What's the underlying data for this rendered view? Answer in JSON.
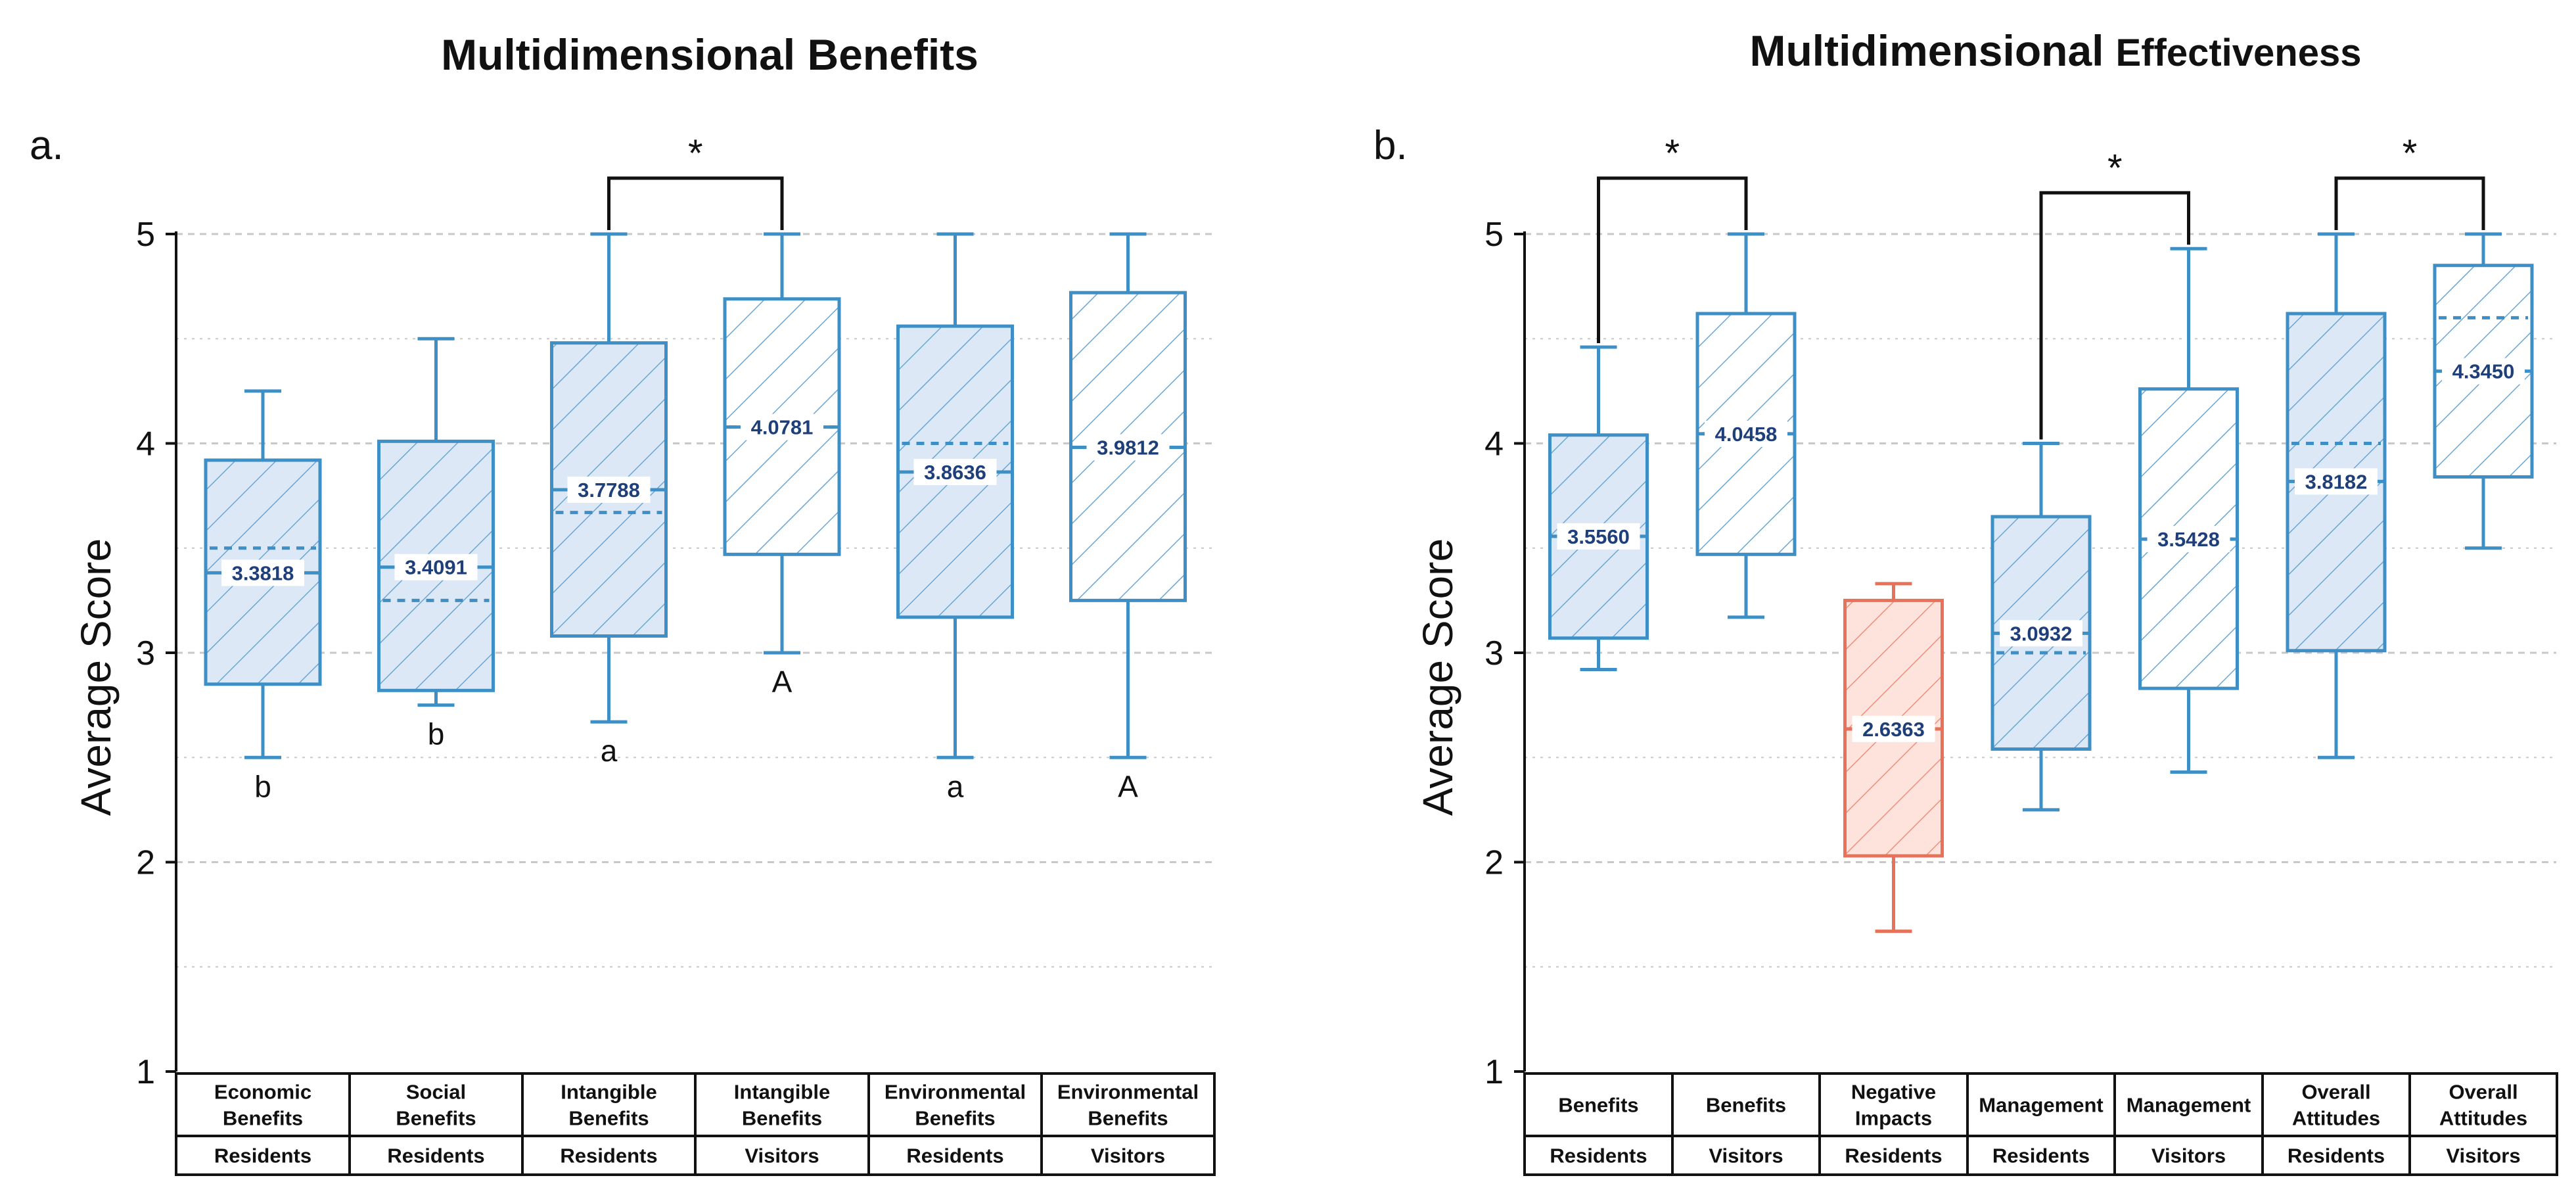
{
  "colors": {
    "box_blue": "#3d8fc6",
    "box_red": "#e8715a",
    "fill_resident": "#dce8f6",
    "fill_visitor": "#ffffff",
    "fill_negative": "#fde3dc",
    "mean_text": "#1f3f7a",
    "bracket": "#111111",
    "grid": "#c8c8c8"
  },
  "chart_data": [
    {
      "type": "box",
      "panel_label": "a.",
      "title": "Multidimensional Benefits",
      "ylabel": "Average Score",
      "ylim": [
        1,
        5
      ],
      "yticks": [
        "1",
        "2",
        "3",
        "4",
        "5"
      ],
      "grid": "dashed horizontal lines",
      "categories": [
        {
          "name": "Economic Benefits",
          "group": "Residents"
        },
        {
          "name": "Social Benefits",
          "group": "Residents"
        },
        {
          "name": "Intangible Benefits",
          "group": "Residents"
        },
        {
          "name": "Intangible Benefits",
          "group": "Visitors"
        },
        {
          "name": "Environmental Benefits",
          "group": "Residents"
        },
        {
          "name": "Environmental Benefits",
          "group": "Visitors"
        }
      ],
      "boxes": [
        {
          "min": 2.5,
          "q1": 2.85,
          "median": 3.3818,
          "q3": 3.92,
          "max": 4.25,
          "mean": 3.5,
          "label": "3.3818",
          "letter": "b",
          "style": "resident"
        },
        {
          "min": 2.75,
          "q1": 2.82,
          "median": 3.4091,
          "q3": 4.01,
          "max": 4.5,
          "mean": 3.25,
          "label": "3.4091",
          "letter": "b",
          "style": "resident"
        },
        {
          "min": 2.67,
          "q1": 3.08,
          "median": 3.7788,
          "q3": 4.48,
          "max": 5.0,
          "mean": 3.67,
          "label": "3.7788",
          "letter": "a",
          "style": "resident"
        },
        {
          "min": 3.0,
          "q1": 3.47,
          "median": 4.0781,
          "q3": 4.69,
          "max": 5.0,
          "mean": 4.0781,
          "label": "4.0781",
          "letter": "A",
          "style": "visitor"
        },
        {
          "min": 2.5,
          "q1": 3.17,
          "median": 3.8636,
          "q3": 4.56,
          "max": 5.0,
          "mean": 4.0,
          "label": "3.8636",
          "letter": "a",
          "style": "resident"
        },
        {
          "min": 2.5,
          "q1": 3.25,
          "median": 3.9812,
          "q3": 4.72,
          "max": 5.0,
          "mean": 3.9812,
          "label": "3.9812",
          "letter": "A",
          "style": "visitor"
        }
      ],
      "significance": [
        {
          "from": 2,
          "to": 3,
          "label": "*"
        }
      ]
    },
    {
      "type": "box",
      "panel_label": "b.",
      "title_main": "Multidimensional",
      "title_rest": "Effectiveness",
      "ylabel": "Average Score",
      "ylim": [
        1,
        5
      ],
      "yticks": [
        "1",
        "2",
        "3",
        "4",
        "5"
      ],
      "grid": "dashed horizontal lines",
      "categories": [
        {
          "name": "Benefits",
          "group": "Residents"
        },
        {
          "name": "Benefits",
          "group": "Visitors"
        },
        {
          "name": "Negative Impacts",
          "group": "Residents"
        },
        {
          "name": "Management",
          "group": "Residents"
        },
        {
          "name": "Management",
          "group": "Visitors"
        },
        {
          "name": "Overall Attitudes",
          "group": "Residents"
        },
        {
          "name": "Overall Attitudes",
          "group": "Visitors"
        }
      ],
      "boxes": [
        {
          "min": 2.92,
          "q1": 3.07,
          "median": 3.556,
          "q3": 4.04,
          "max": 4.46,
          "mean": 3.556,
          "label": "3.5560",
          "style": "resident"
        },
        {
          "min": 3.17,
          "q1": 3.47,
          "median": 4.0458,
          "q3": 4.62,
          "max": 5.0,
          "mean": 4.0458,
          "label": "4.0458",
          "style": "visitor"
        },
        {
          "min": 1.67,
          "q1": 2.03,
          "median": 2.6363,
          "q3": 3.25,
          "max": 3.33,
          "mean": 2.6363,
          "label": "2.6363",
          "style": "negative"
        },
        {
          "min": 2.25,
          "q1": 2.54,
          "median": 3.0932,
          "q3": 3.65,
          "max": 4.0,
          "mean": 3.0,
          "label": "3.0932",
          "style": "resident"
        },
        {
          "min": 2.43,
          "q1": 2.83,
          "median": 3.5428,
          "q3": 4.26,
          "max": 4.93,
          "mean": 3.5428,
          "label": "3.5428",
          "style": "visitor"
        },
        {
          "min": 2.5,
          "q1": 3.01,
          "median": 3.8182,
          "q3": 4.62,
          "max": 5.0,
          "mean": 4.0,
          "label": "3.8182",
          "style": "resident"
        },
        {
          "min": 3.5,
          "q1": 3.84,
          "median": 4.345,
          "q3": 4.85,
          "max": 5.0,
          "mean": 4.6,
          "label": "4.3450",
          "style": "visitor"
        }
      ],
      "significance": [
        {
          "from": 0,
          "to": 1,
          "label": "*"
        },
        {
          "from": 3,
          "to": 4,
          "label": "*"
        },
        {
          "from": 5,
          "to": 6,
          "label": "*"
        }
      ]
    }
  ]
}
